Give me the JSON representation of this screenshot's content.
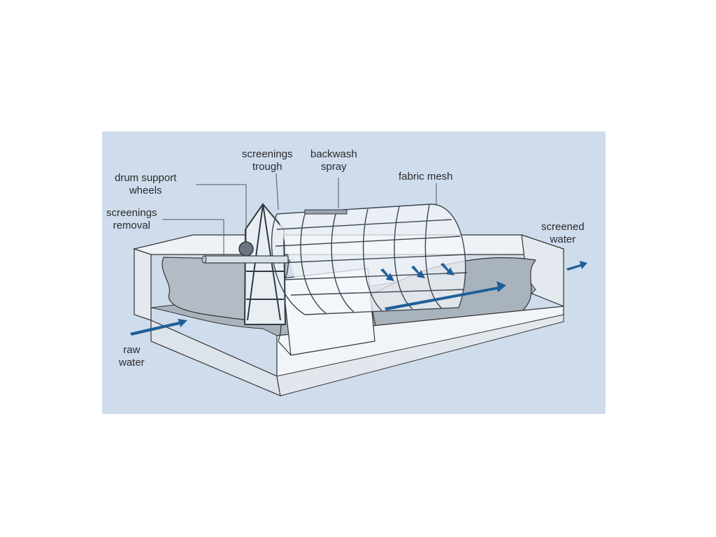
{
  "labels": {
    "drum_support_wheels": [
      "drum support",
      "wheels"
    ],
    "screenings_removal": [
      "screenings",
      "removal"
    ],
    "screenings_trough": [
      "screenings",
      "trough"
    ],
    "backwash_spray": [
      "backwash",
      "spray"
    ],
    "fabric_mesh": "fabric mesh",
    "screened_water": [
      "screened",
      "water"
    ],
    "raw_water": [
      "raw",
      "water"
    ]
  },
  "colors": {
    "background": "#cfdcec",
    "tank_light": "#f4f7fa",
    "tank_side": "#dfe5ec",
    "water": "#a9b3bd",
    "structure_line": "#2f3a44",
    "flow_arrow": "#1f5f98"
  },
  "icons": [
    "flow-arrow-icon"
  ]
}
